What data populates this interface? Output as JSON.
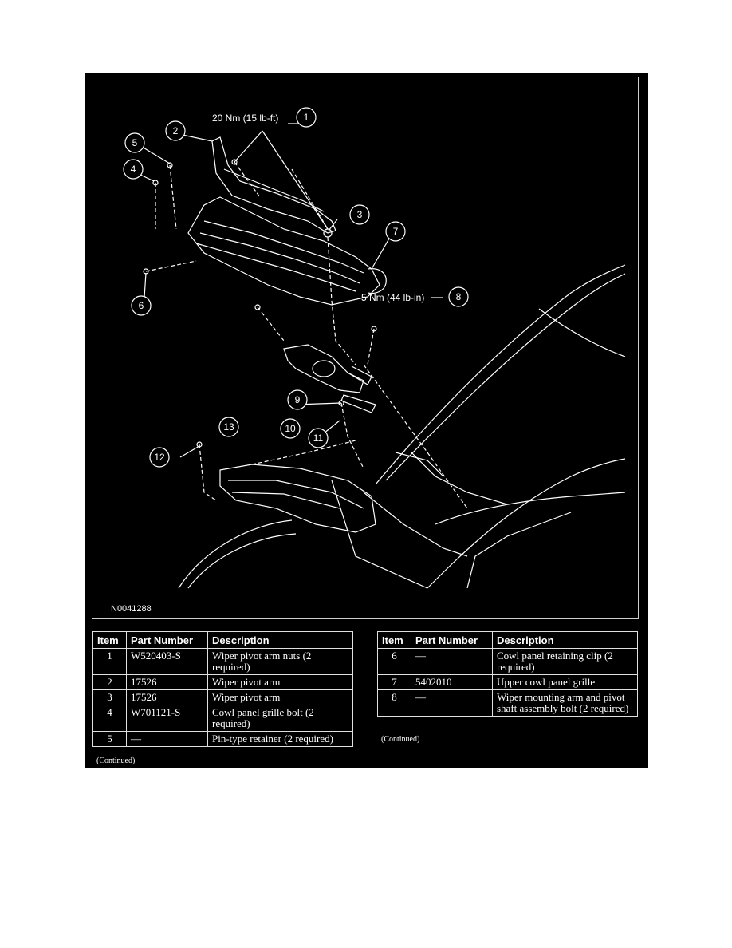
{
  "figure": {
    "id": "N0041288",
    "torque_1": "20 Nm (15 lb-ft)",
    "torque_8": "5 Nm (44 lb-in)",
    "callouts": [
      "1",
      "2",
      "3",
      "4",
      "5",
      "6",
      "7",
      "8",
      "9",
      "10",
      "11",
      "12",
      "13"
    ]
  },
  "table_headers": {
    "item": "Item",
    "part_number": "Part Number",
    "description": "Description"
  },
  "table_left": [
    {
      "item": "1",
      "part": "W520403-S",
      "desc": "Wiper pivot arm nuts (2 required)"
    },
    {
      "item": "2",
      "part": "17526",
      "desc": "Wiper pivot arm"
    },
    {
      "item": "3",
      "part": "17526",
      "desc": "Wiper pivot arm"
    },
    {
      "item": "4",
      "part": "W701121-S",
      "desc": "Cowl panel grille bolt (2 required)"
    },
    {
      "item": "5",
      "part": "—",
      "desc": "Pin-type retainer (2 required)"
    }
  ],
  "table_right": [
    {
      "item": "6",
      "part": "—",
      "desc": "Cowl panel retaining clip (2 required)"
    },
    {
      "item": "7",
      "part": "5402010",
      "desc": "Upper cowl panel grille"
    },
    {
      "item": "8",
      "part": "—",
      "desc": "Wiper mounting arm and pivot shaft assembly bolt (2 required)"
    }
  ],
  "continued": "(Continued)"
}
